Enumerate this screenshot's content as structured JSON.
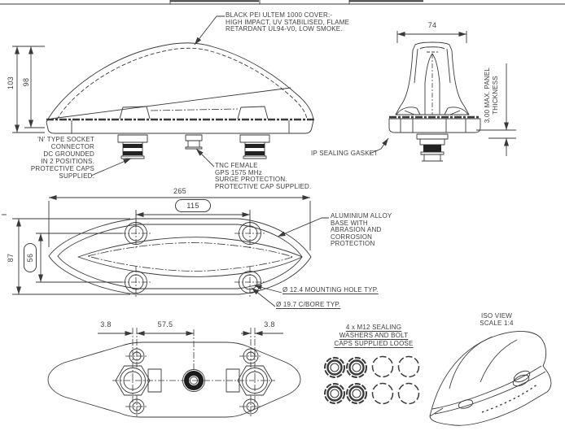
{
  "colors": {
    "line": "#3a3a3a",
    "text": "#3f3f3f",
    "background": "#ffffff"
  },
  "side_view": {
    "dim_overall_height": "103",
    "dim_cover_height": "98",
    "cover_note": "BLACK PEI ULTEM 1000 COVER:-\nHIGH IMPACT, UV STABILISED, FLAME\nRETARDANT UL94-V0, LOW SMOKE.",
    "n_socket_note": "'N' TYPE SOCKET\nCONNECTOR\nDC GROUNDED\nIN 2 POSITIONS.\nPROTECTIVE CAPS\nSUPPLIED.",
    "tnc_note": "TNC FEMALE\nGPS 1575 MHz\nSURGE PROTECTION.\nPROTECTIVE CAP SUPPLIED."
  },
  "front_view": {
    "dim_width": "74",
    "panel_note": "3.00 MAX. PANEL\nTHICKNESS",
    "gasket_note": "IP SEALING GASKET"
  },
  "plan_view": {
    "dim_length": "265",
    "dim_hole_pitch_x": "115",
    "dim_width": "87",
    "dim_hole_pitch_y": "56",
    "base_note": "ALUMINIUM ALLOY\nBASE WITH\nABRASION AND\nCORROSION\nPROTECTION",
    "mounting_hole_note": "Ø 12.4 MOUNTING HOLE TYP.",
    "cbore_note": "Ø 19.7 C/BORE TYP."
  },
  "bottom_view": {
    "dim_offset_left": "3.8",
    "dim_pitch": "57.5",
    "dim_offset_right": "3.8"
  },
  "hardware": {
    "note": "4 x M12 SEALING\nWASHERS AND BOLT\nCAPS SUPPLIED LOOSE"
  },
  "iso_view": {
    "title": "ISO VIEW",
    "scale": "SCALE 1:4"
  }
}
